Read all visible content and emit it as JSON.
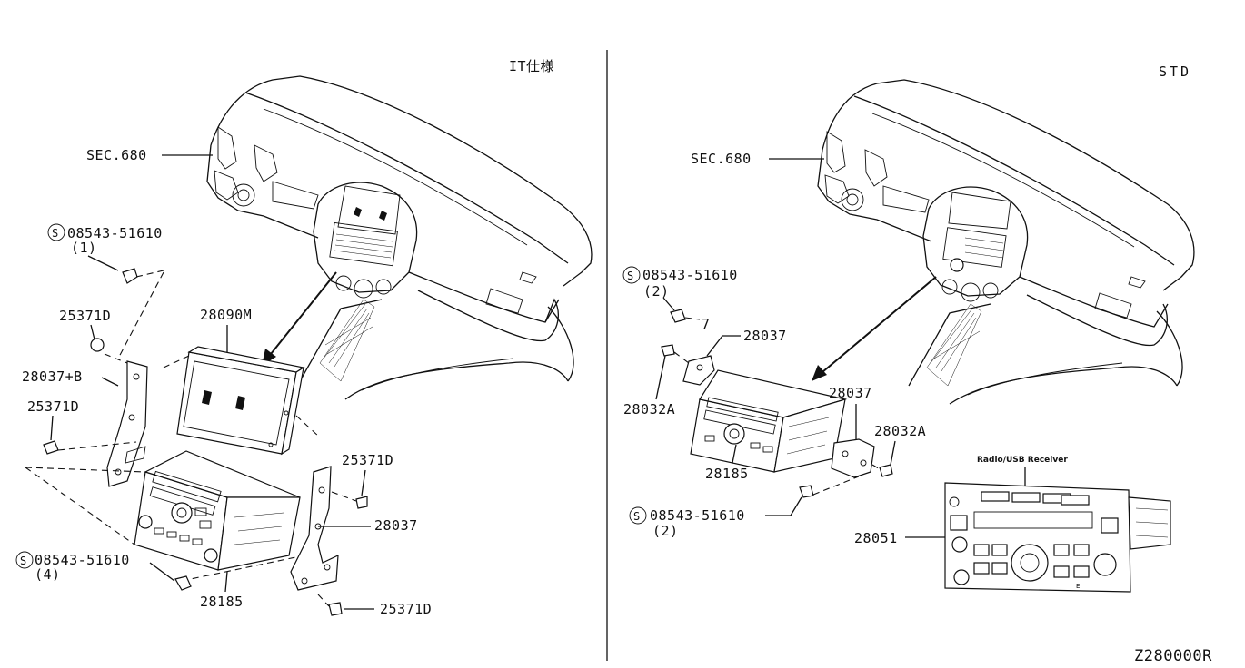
{
  "sections": {
    "left_title": "IT仕様",
    "right_title": "STD"
  },
  "left": {
    "sec": "SEC.680",
    "screw1_code": "08543-51610",
    "screw1_qty": "(1)",
    "clip1": "25371D",
    "bracket_left": "28037+B",
    "clip2": "25371D",
    "display": "28090M",
    "clip3": "25371D",
    "bracket_right": "28037",
    "screw2_code": "08543-51610",
    "screw2_qty": "(4)",
    "unit": "28185",
    "clip4": "25371D"
  },
  "right": {
    "sec": "SEC.680",
    "screw1_code": "08543-51610",
    "screw1_qty": "(2)",
    "bracket_top": "28037",
    "bolt_left": "28032A",
    "bracket_right": "28037",
    "bolt_right": "28032A",
    "unit": "28185",
    "screw2_code": "08543-51610",
    "screw2_qty": "(2)",
    "receiver_title": "Radio/USB Receiver",
    "receiver": "28051"
  },
  "symbol_s": "S",
  "drawing_code": "Z280000R"
}
